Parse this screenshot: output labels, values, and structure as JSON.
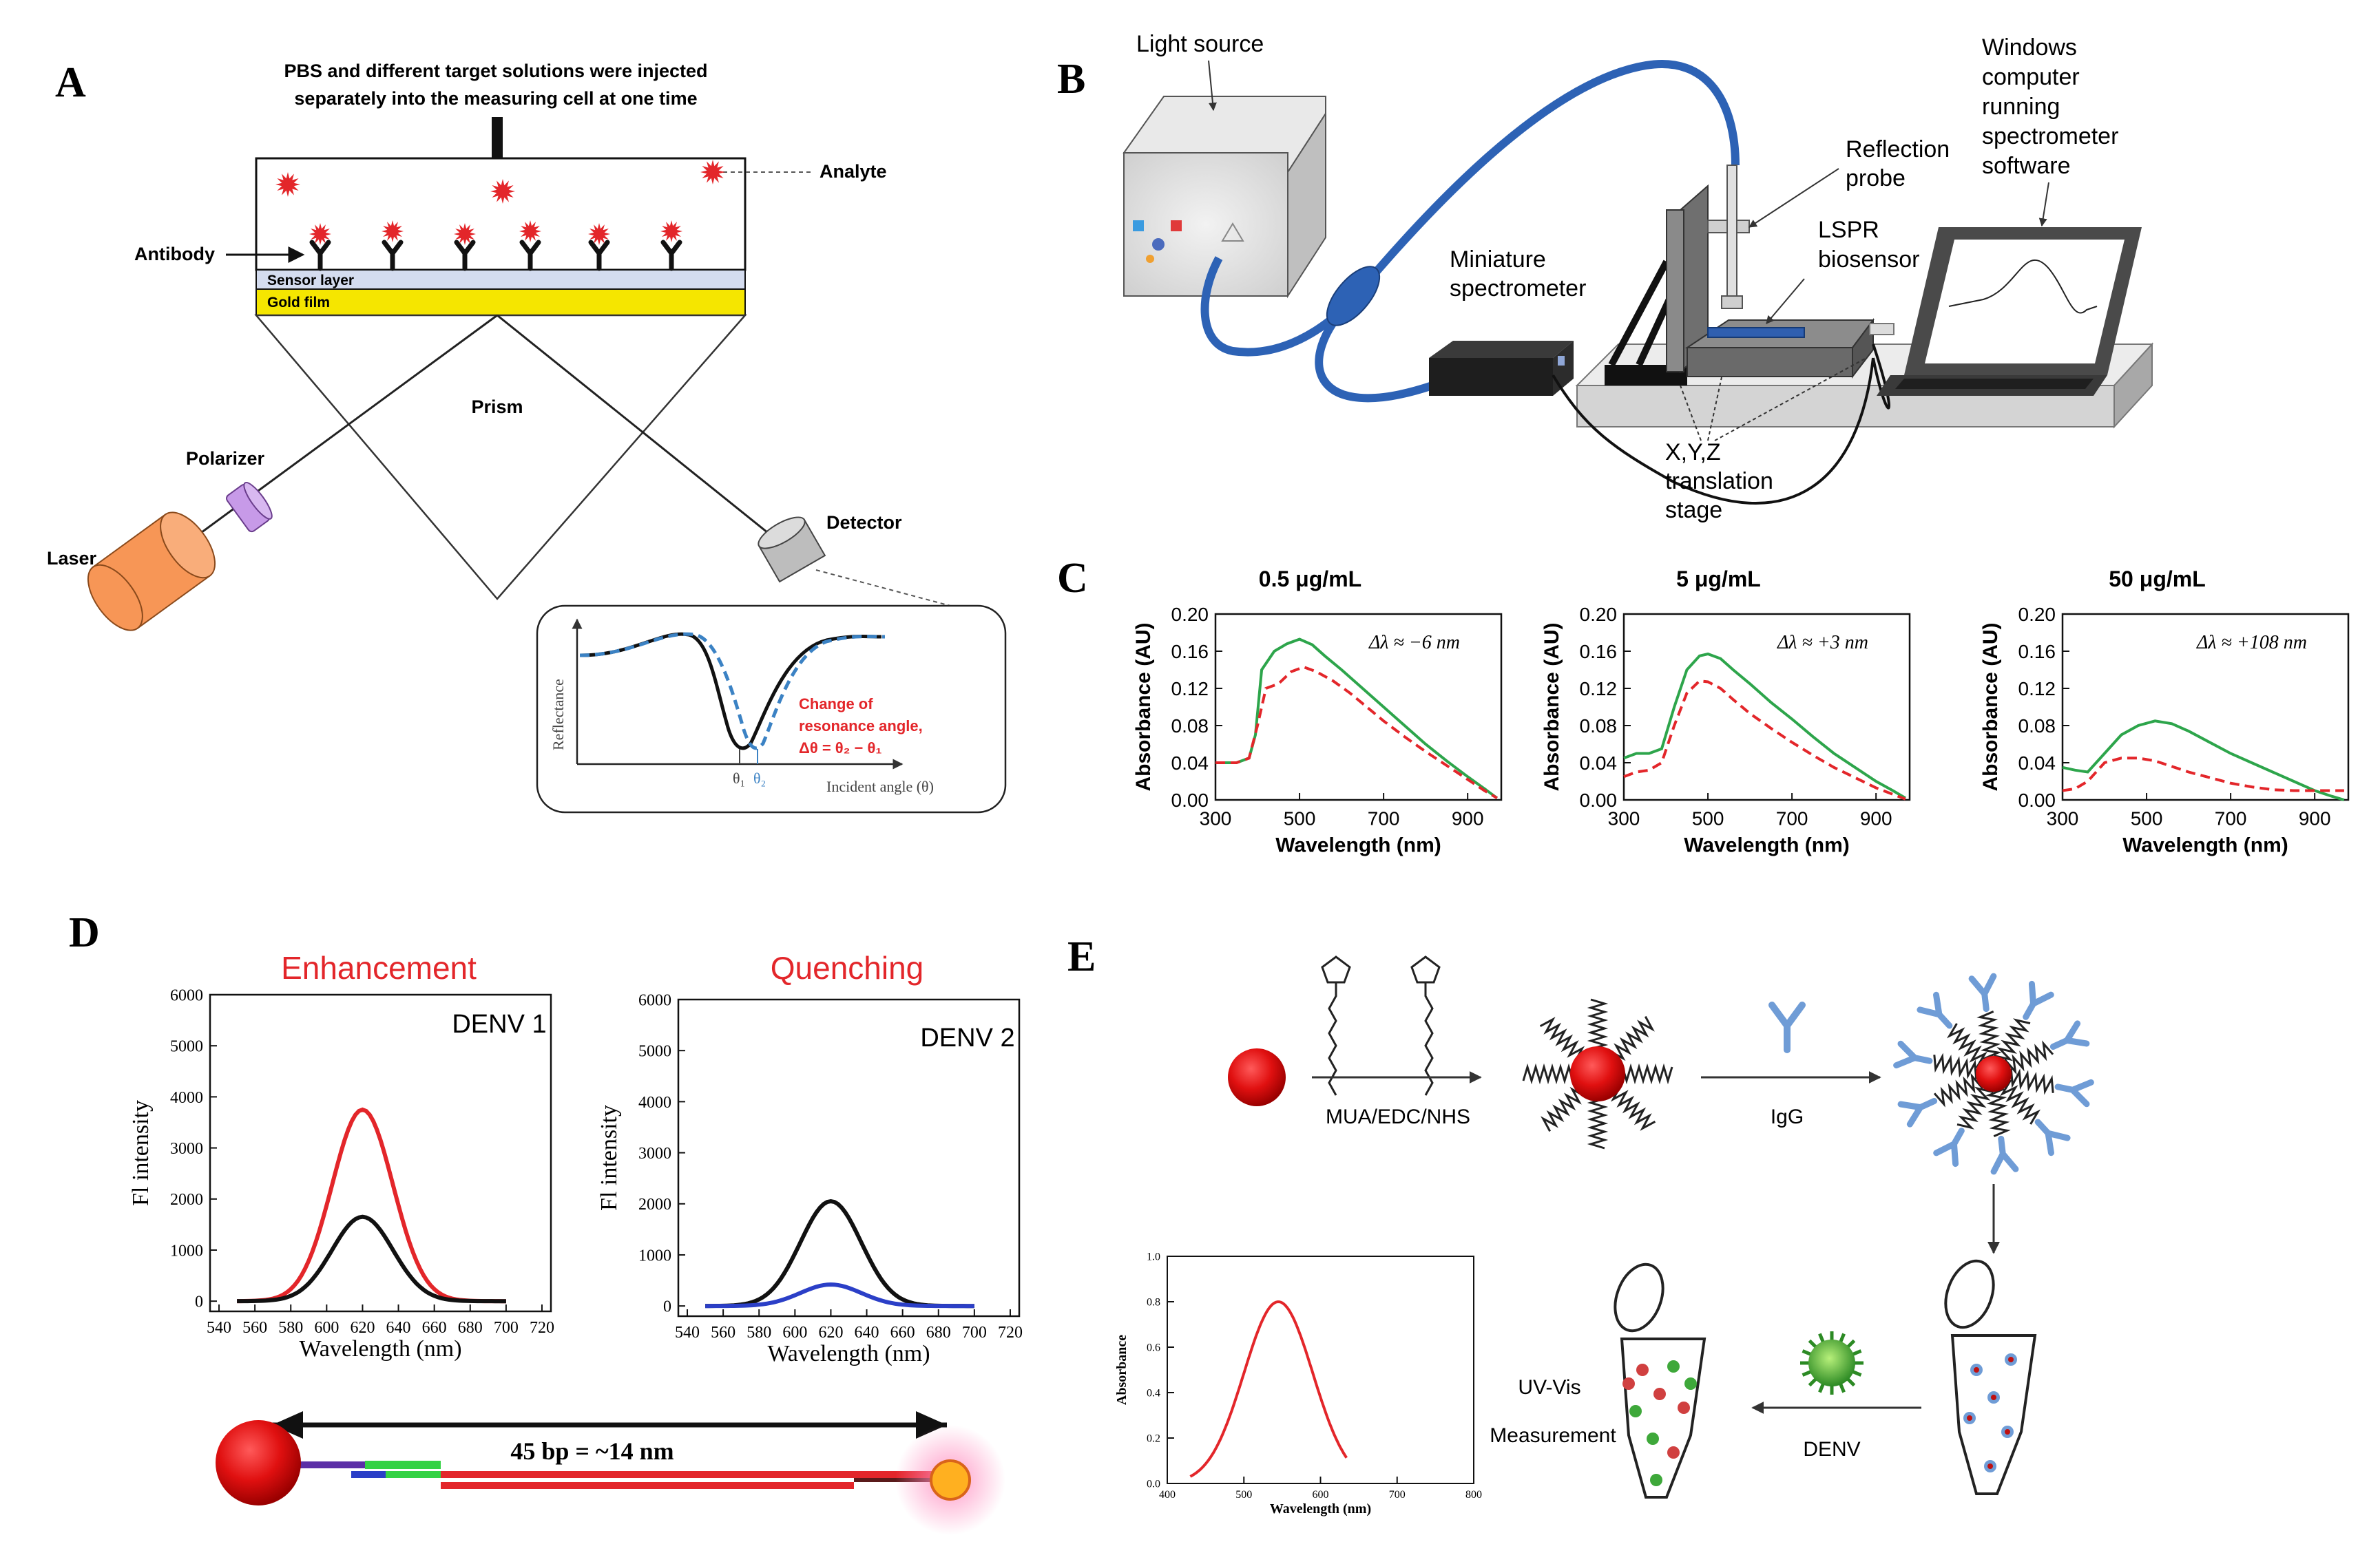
{
  "panels": {
    "A": {
      "letter": "A",
      "injection_line1": "PBS and different target solutions were injected",
      "injection_line2": "separately into the measuring cell at one time",
      "analyte": "Analyte",
      "antibody": "Antibody",
      "sensor_layer": "Sensor layer",
      "gold_film": "Gold film",
      "prism": "Prism",
      "polarizer": "Polarizer",
      "laser": "Laser",
      "detector": "Detector",
      "inset": {
        "ylabel": "Reflectance",
        "xlabel": "Incident angle (θ)",
        "theta1": "θ₁",
        "theta2": "θ₂",
        "change_line1": "Change of",
        "change_line2": "resonance angle,",
        "change_line3": "Δθ = θ₂ − θ₁"
      }
    },
    "B": {
      "letter": "B",
      "light_source": "Light source",
      "windows_lines": [
        "Windows",
        "computer",
        "running",
        "spectrometer",
        "software"
      ],
      "reflection_lines": [
        "Reflection",
        "probe"
      ],
      "lspr_lines": [
        "LSPR",
        "biosensor"
      ],
      "miniature_lines": [
        "Miniature",
        "spectrometer"
      ],
      "stage_lines": [
        "X,Y,Z",
        "translation",
        "stage"
      ]
    },
    "C": {
      "letter": "C",
      "ylabel": "Absorbance (AU)",
      "xlabel": "Wavelength (nm)",
      "yticks": [
        "0.00",
        "0.04",
        "0.08",
        "0.12",
        "0.16",
        "0.20"
      ],
      "xticks": [
        "300",
        "500",
        "700",
        "900"
      ]
    },
    "D": {
      "letter": "D",
      "enhancement": "Enhancement",
      "quenching": "Quenching",
      "denv1": "DENV 1",
      "denv2": "DENV 2",
      "ylabel": "Fl intensity",
      "xlabel": "Wavelength (nm)",
      "yticks": [
        "0",
        "1000",
        "2000",
        "3000",
        "4000",
        "5000",
        "6000"
      ],
      "xticks": [
        "540",
        "560",
        "580",
        "600",
        "620",
        "640",
        "660",
        "680",
        "700",
        "720"
      ],
      "distance": "45 bp = ~14 nm"
    },
    "E": {
      "letter": "E",
      "reagent": "MUA/EDC/NHS",
      "igg": "IgG",
      "denv": "DENV",
      "uvvis_line1": "UV-Vis",
      "uvvis_line2": "Measurement",
      "ylabel": "Absorbance",
      "xlabel": "Wavelength (nm)",
      "yticks": [
        "0.0",
        "0.2",
        "0.4",
        "0.6",
        "0.8",
        "1.0"
      ],
      "xticks": [
        "400",
        "500",
        "600",
        "700",
        "800"
      ]
    }
  },
  "colors": {
    "gold": "#f5e600",
    "sensor": "#d4dcef",
    "laser": "#f79656",
    "polarizer": "#c79ae8",
    "red": "#e3262a",
    "green": "#2da54b",
    "blue_fiber": "#2d62b5",
    "dashed_blue": "#3b82c4",
    "igg_blue": "#6f9cd6",
    "virus_green": "#3ea83a"
  },
  "chart_data": [
    {
      "type": "line",
      "panel": "C",
      "title": "0.5 μg/mL",
      "annotation": "Δλ  ≈ −6 nm",
      "xlabel": "Wavelength (nm)",
      "ylabel": "Absorbance (AU)",
      "xlim": [
        300,
        980
      ],
      "ylim": [
        0,
        0.2
      ],
      "series": [
        {
          "style": "solid",
          "color": "#2da54b",
          "x": [
            300,
            350,
            380,
            395,
            410,
            440,
            470,
            500,
            530,
            560,
            600,
            650,
            700,
            750,
            800,
            850,
            900,
            940,
            970
          ],
          "y": [
            0.04,
            0.04,
            0.045,
            0.07,
            0.14,
            0.16,
            0.168,
            0.173,
            0.167,
            0.155,
            0.14,
            0.12,
            0.1,
            0.08,
            0.06,
            0.042,
            0.025,
            0.012,
            0.002
          ]
        },
        {
          "style": "dashed",
          "color": "#e3262a",
          "x": [
            300,
            350,
            380,
            400,
            420,
            450,
            480,
            510,
            540,
            580,
            620,
            660,
            700,
            750,
            800,
            850,
            900,
            940,
            970
          ],
          "y": [
            0.04,
            0.04,
            0.045,
            0.08,
            0.12,
            0.125,
            0.138,
            0.143,
            0.138,
            0.128,
            0.115,
            0.1,
            0.085,
            0.068,
            0.052,
            0.037,
            0.022,
            0.01,
            0.002
          ]
        }
      ]
    },
    {
      "type": "line",
      "panel": "C",
      "title": "5 μg/mL",
      "annotation": "Δλ  ≈ +3 nm",
      "xlabel": "Wavelength (nm)",
      "ylabel": "Absorbance (AU)",
      "xlim": [
        300,
        980
      ],
      "ylim": [
        0,
        0.2
      ],
      "series": [
        {
          "style": "solid",
          "color": "#2da54b",
          "x": [
            300,
            330,
            360,
            390,
            420,
            450,
            480,
            500,
            530,
            560,
            600,
            650,
            700,
            750,
            800,
            850,
            900,
            940,
            970
          ],
          "y": [
            0.045,
            0.05,
            0.05,
            0.055,
            0.1,
            0.14,
            0.155,
            0.157,
            0.152,
            0.14,
            0.125,
            0.105,
            0.087,
            0.068,
            0.05,
            0.035,
            0.02,
            0.01,
            0.002
          ]
        },
        {
          "style": "dashed",
          "color": "#e3262a",
          "x": [
            300,
            330,
            360,
            390,
            420,
            450,
            480,
            500,
            530,
            560,
            600,
            650,
            700,
            750,
            800,
            850,
            900,
            940,
            970
          ],
          "y": [
            0.025,
            0.03,
            0.032,
            0.04,
            0.08,
            0.115,
            0.128,
            0.127,
            0.12,
            0.108,
            0.093,
            0.077,
            0.062,
            0.048,
            0.035,
            0.024,
            0.013,
            0.006,
            0.001
          ]
        }
      ]
    },
    {
      "type": "line",
      "panel": "C",
      "title": "50 μg/mL",
      "annotation": "Δλ  ≈ +108 nm",
      "xlabel": "Wavelength (nm)",
      "ylabel": "Absorbance (AU)",
      "xlim": [
        300,
        980
      ],
      "ylim": [
        0,
        0.2
      ],
      "series": [
        {
          "style": "solid",
          "color": "#2da54b",
          "x": [
            300,
            330,
            360,
            400,
            440,
            480,
            520,
            560,
            600,
            650,
            700,
            750,
            800,
            850,
            900,
            940,
            970
          ],
          "y": [
            0.035,
            0.032,
            0.03,
            0.05,
            0.07,
            0.08,
            0.085,
            0.082,
            0.074,
            0.062,
            0.05,
            0.04,
            0.03,
            0.02,
            0.01,
            0.004,
            0.0
          ]
        },
        {
          "style": "dashed",
          "color": "#e3262a",
          "x": [
            300,
            330,
            360,
            400,
            440,
            480,
            520,
            560,
            600,
            650,
            700,
            750,
            800,
            850,
            900,
            940,
            970
          ],
          "y": [
            0.01,
            0.012,
            0.02,
            0.04,
            0.045,
            0.045,
            0.042,
            0.036,
            0.03,
            0.024,
            0.018,
            0.014,
            0.011,
            0.01,
            0.01,
            0.01,
            0.01
          ]
        }
      ]
    },
    {
      "type": "line",
      "panel": "D",
      "title": "Enhancement",
      "label": "DENV 1",
      "xlabel": "Wavelength (nm)",
      "ylabel": "Fl intensity",
      "xlim": [
        535,
        725
      ],
      "ylim": [
        -200,
        6000
      ],
      "series": [
        {
          "color": "#e3262a",
          "center": 620,
          "width": 17,
          "peak": 3750,
          "xrange": [
            550,
            700
          ]
        },
        {
          "color": "#111111",
          "center": 620,
          "width": 17,
          "peak": 1650,
          "xrange": [
            550,
            700
          ]
        }
      ]
    },
    {
      "type": "line",
      "panel": "D",
      "title": "Quenching",
      "label": "DENV 2",
      "xlabel": "Wavelength (nm)",
      "ylabel": "Fl intensity",
      "xlim": [
        535,
        725
      ],
      "ylim": [
        -200,
        6000
      ],
      "series": [
        {
          "color": "#111111",
          "center": 620,
          "width": 17,
          "peak": 2050,
          "xrange": [
            550,
            700
          ]
        },
        {
          "color": "#2b3fc7",
          "center": 620,
          "width": 17,
          "peak": 420,
          "xrange": [
            550,
            700
          ]
        }
      ]
    },
    {
      "type": "line",
      "panel": "E",
      "xlabel": "Wavelength (nm)",
      "ylabel": "Absorbance",
      "xlim": [
        400,
        800
      ],
      "ylim": [
        0,
        1.0
      ],
      "series": [
        {
          "color": "#e3262a",
          "center": 545,
          "width": 45,
          "peak": 0.8,
          "xrange": [
            430,
            635
          ]
        }
      ]
    }
  ]
}
